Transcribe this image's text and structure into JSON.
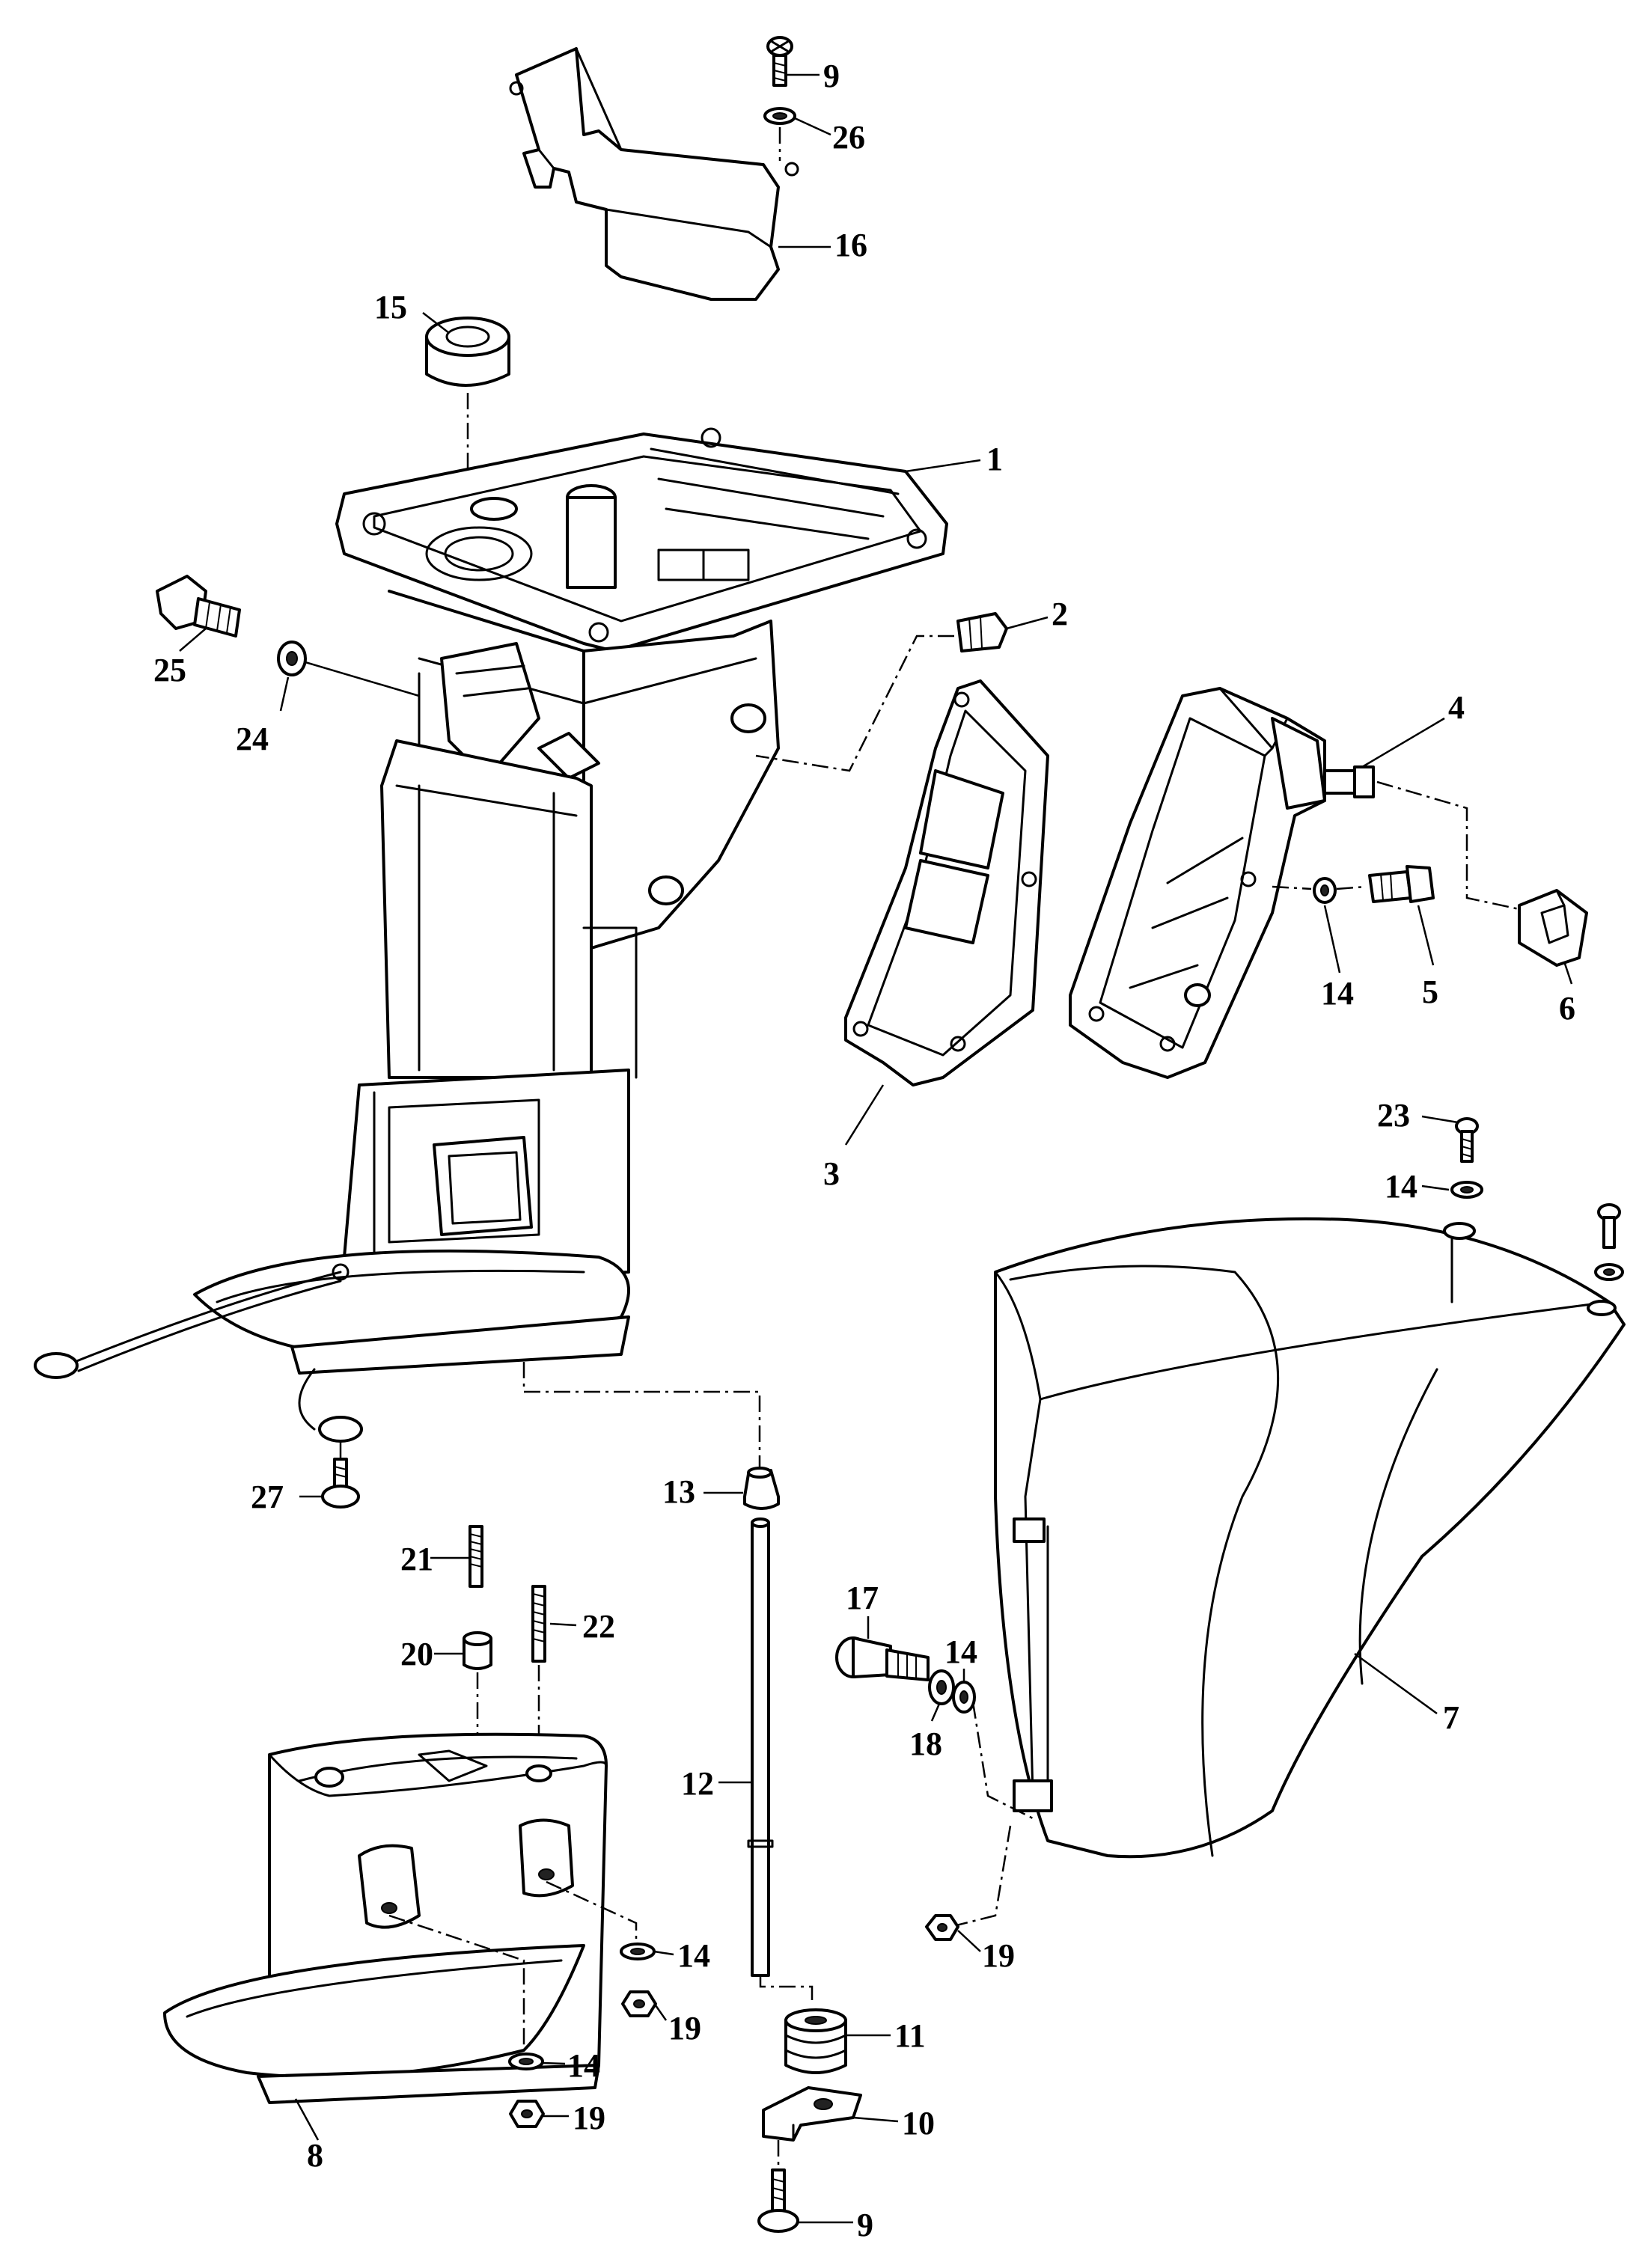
{
  "callouts": [
    {
      "id": "c9a",
      "text": "9"
    },
    {
      "id": "c26",
      "text": "26"
    },
    {
      "id": "c16",
      "text": "16"
    },
    {
      "id": "c15",
      "text": "15"
    },
    {
      "id": "c1",
      "text": "1"
    },
    {
      "id": "c2",
      "text": "2"
    },
    {
      "id": "c25",
      "text": "25"
    },
    {
      "id": "c24",
      "text": "24"
    },
    {
      "id": "c4",
      "text": "4"
    },
    {
      "id": "c14a",
      "text": "14"
    },
    {
      "id": "c5",
      "text": "5"
    },
    {
      "id": "c6",
      "text": "6"
    },
    {
      "id": "c3",
      "text": "3"
    },
    {
      "id": "c23",
      "text": "23"
    },
    {
      "id": "c14b",
      "text": "14"
    },
    {
      "id": "c27",
      "text": "27"
    },
    {
      "id": "c13",
      "text": "13"
    },
    {
      "id": "c21",
      "text": "21"
    },
    {
      "id": "c22",
      "text": "22"
    },
    {
      "id": "c20",
      "text": "20"
    },
    {
      "id": "c17",
      "text": "17"
    },
    {
      "id": "c14c",
      "text": "14"
    },
    {
      "id": "c18",
      "text": "18"
    },
    {
      "id": "c12",
      "text": "12"
    },
    {
      "id": "c7",
      "text": "7"
    },
    {
      "id": "c14d",
      "text": "14"
    },
    {
      "id": "c19a",
      "text": "19"
    },
    {
      "id": "c11",
      "text": "11"
    },
    {
      "id": "c19b",
      "text": "19"
    },
    {
      "id": "c14e",
      "text": "14"
    },
    {
      "id": "c10",
      "text": "10"
    },
    {
      "id": "c19c",
      "text": "19"
    },
    {
      "id": "c8",
      "text": "8"
    },
    {
      "id": "c9b",
      "text": "9"
    }
  ]
}
